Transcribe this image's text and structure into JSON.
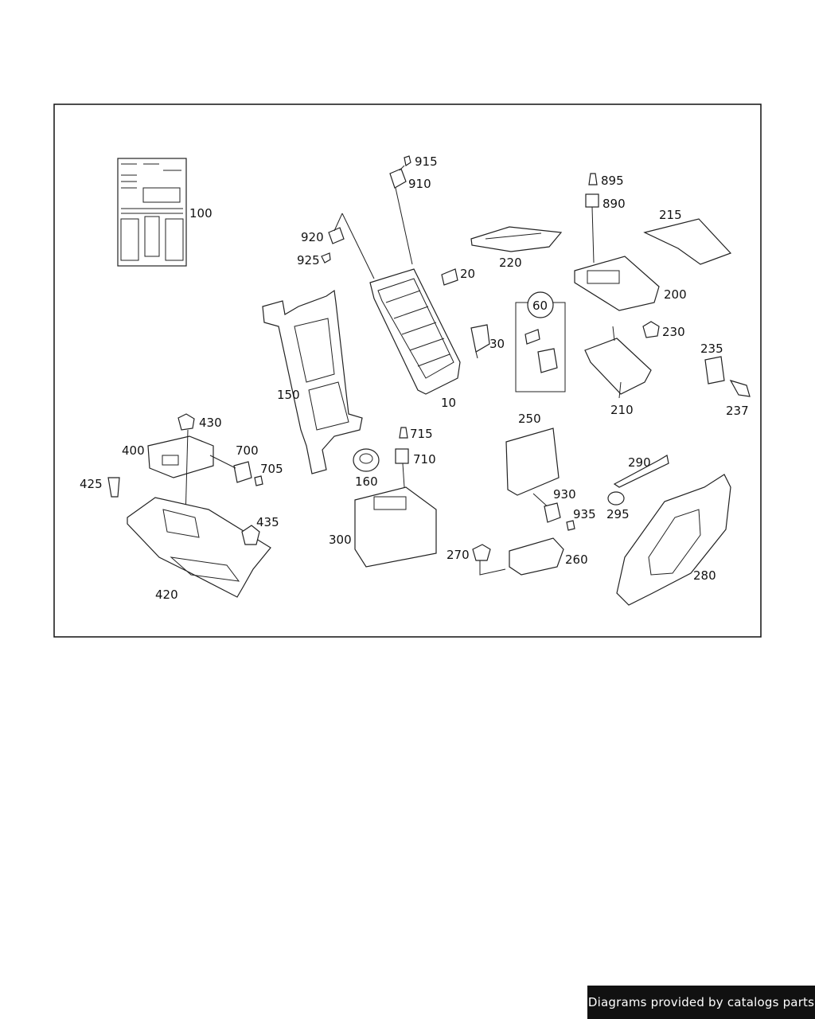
{
  "diagram": {
    "parts": [
      {
        "id": "p100",
        "label": "100"
      },
      {
        "id": "p915",
        "label": "915"
      },
      {
        "id": "p910",
        "label": "910"
      },
      {
        "id": "p920",
        "label": "920"
      },
      {
        "id": "p925",
        "label": "925"
      },
      {
        "id": "p20",
        "label": "20"
      },
      {
        "id": "p220",
        "label": "220"
      },
      {
        "id": "p895",
        "label": "895"
      },
      {
        "id": "p890",
        "label": "890"
      },
      {
        "id": "p215",
        "label": "215"
      },
      {
        "id": "p200",
        "label": "200"
      },
      {
        "id": "p60",
        "label": "60"
      },
      {
        "id": "p30",
        "label": "30"
      },
      {
        "id": "p230",
        "label": "230"
      },
      {
        "id": "p235",
        "label": "235"
      },
      {
        "id": "p150",
        "label": "150"
      },
      {
        "id": "p10",
        "label": "10"
      },
      {
        "id": "p210",
        "label": "210"
      },
      {
        "id": "p237",
        "label": "237"
      },
      {
        "id": "p430",
        "label": "430"
      },
      {
        "id": "p250",
        "label": "250"
      },
      {
        "id": "p400",
        "label": "400"
      },
      {
        "id": "p700",
        "label": "700"
      },
      {
        "id": "p715",
        "label": "715"
      },
      {
        "id": "p710",
        "label": "710"
      },
      {
        "id": "p705",
        "label": "705"
      },
      {
        "id": "p290",
        "label": "290"
      },
      {
        "id": "p425",
        "label": "425"
      },
      {
        "id": "p160",
        "label": "160"
      },
      {
        "id": "p930",
        "label": "930"
      },
      {
        "id": "p935",
        "label": "935"
      },
      {
        "id": "p295",
        "label": "295"
      },
      {
        "id": "p435",
        "label": "435"
      },
      {
        "id": "p300",
        "label": "300"
      },
      {
        "id": "p270",
        "label": "270"
      },
      {
        "id": "p260",
        "label": "260"
      },
      {
        "id": "p280",
        "label": "280"
      },
      {
        "id": "p420",
        "label": "420"
      }
    ]
  },
  "footer": {
    "text": "Diagrams provided by catalogs parts"
  }
}
